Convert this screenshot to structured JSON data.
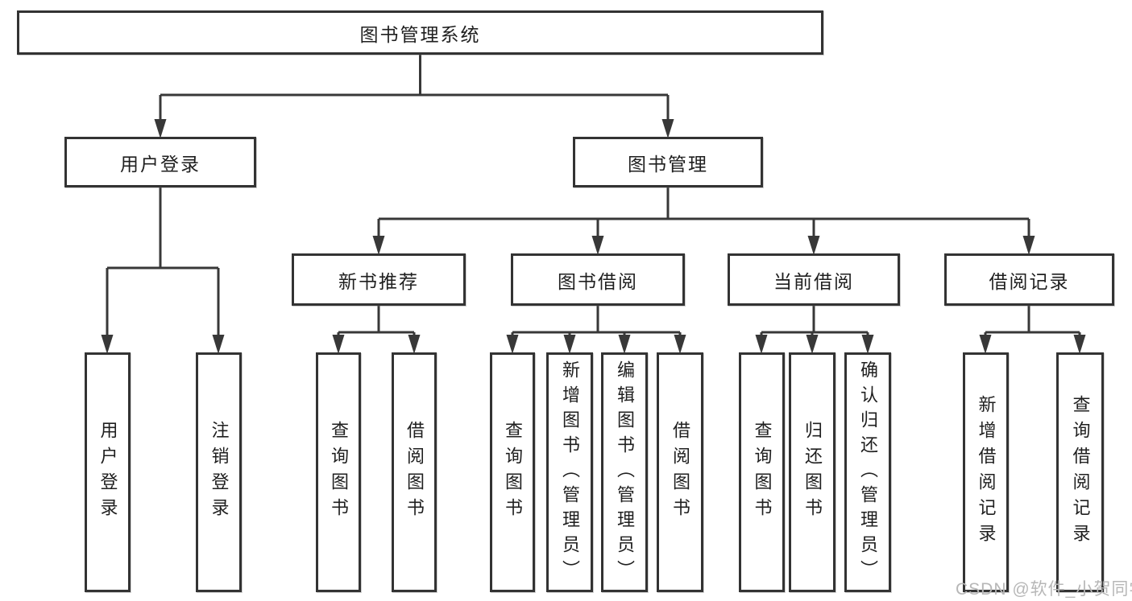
{
  "diagram": {
    "title": "图书管理系统",
    "nodes": {
      "root": {
        "label": "图书管理系统"
      },
      "user_login": {
        "label": "用户登录"
      },
      "book_mgmt": {
        "label": "图书管理"
      },
      "new_book_rec": {
        "label": "新书推荐"
      },
      "book_borrow": {
        "label": "图书借阅"
      },
      "current_borrow": {
        "label": "当前借阅"
      },
      "borrow_records": {
        "label": "借阅记录"
      },
      "leaf_user_login": {
        "label": "用户登录"
      },
      "leaf_logout": {
        "label": "注销登录"
      },
      "leaf_query_book_new": {
        "label": "查询图书"
      },
      "leaf_borrow_book_new": {
        "label": "借阅图书"
      },
      "leaf_query_book_borrow": {
        "label": "查询图书"
      },
      "leaf_add_book": {
        "label": "新增图书（管理员）"
      },
      "leaf_edit_book": {
        "label": "编辑图书（管理员）"
      },
      "leaf_borrow_book_borrow": {
        "label": "借阅图书"
      },
      "leaf_query_book_current": {
        "label": "查询图书"
      },
      "leaf_return_book": {
        "label": "归还图书"
      },
      "leaf_confirm_return": {
        "label": "确认归还（管理员）"
      },
      "leaf_add_borrow_record": {
        "label": "新增借阅记录"
      },
      "leaf_query_borrow_record": {
        "label": "查询借阅记录"
      }
    },
    "hierarchy": {
      "图书管理系统": [
        "用户登录",
        "图书管理"
      ],
      "用户登录": [
        "用户登录",
        "注销登录"
      ],
      "图书管理": [
        "新书推荐",
        "图书借阅",
        "当前借阅",
        "借阅记录"
      ],
      "新书推荐": [
        "查询图书",
        "借阅图书"
      ],
      "图书借阅": [
        "查询图书",
        "新增图书（管理员）",
        "编辑图书（管理员）",
        "借阅图书"
      ],
      "当前借阅": [
        "查询图书",
        "归还图书",
        "确认归还（管理员）"
      ],
      "借阅记录": [
        "新增借阅记录",
        "查询借阅记录"
      ]
    },
    "colors": {
      "line": "#383838",
      "box_border": "#333333",
      "box_fill": "#ffffff",
      "text": "#1f1f1f",
      "watermark": "#b7b7b7",
      "background": "#ffffff"
    }
  },
  "watermark": {
    "text": "CSDN @软件_小贺同学"
  }
}
